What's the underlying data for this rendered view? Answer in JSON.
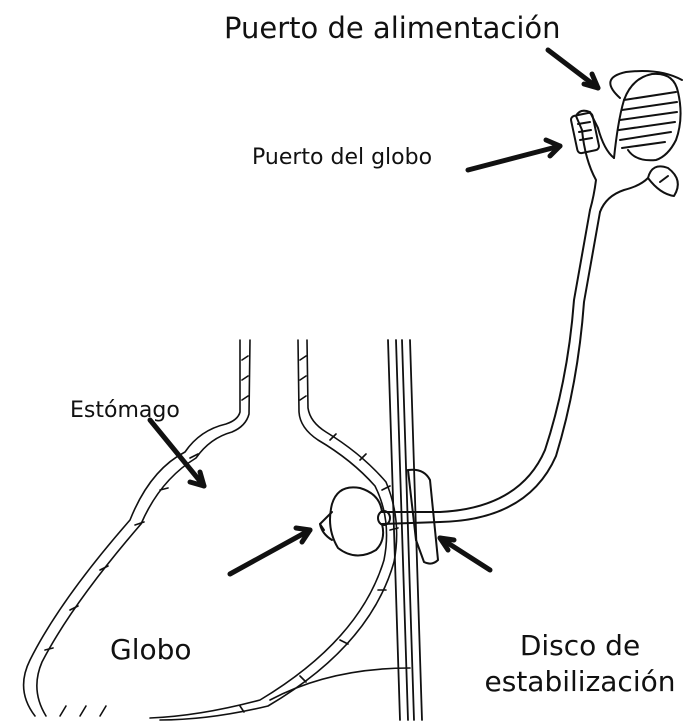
{
  "labels": {
    "feeding_port": "Puerto de alimentación",
    "balloon_port": "Puerto del globo",
    "stomach": "Estómago",
    "balloon": "Globo",
    "disc_line1": "Disco de",
    "disc_line2": "estabilización"
  },
  "colors": {
    "ink": "#111111",
    "background": "#ffffff"
  }
}
